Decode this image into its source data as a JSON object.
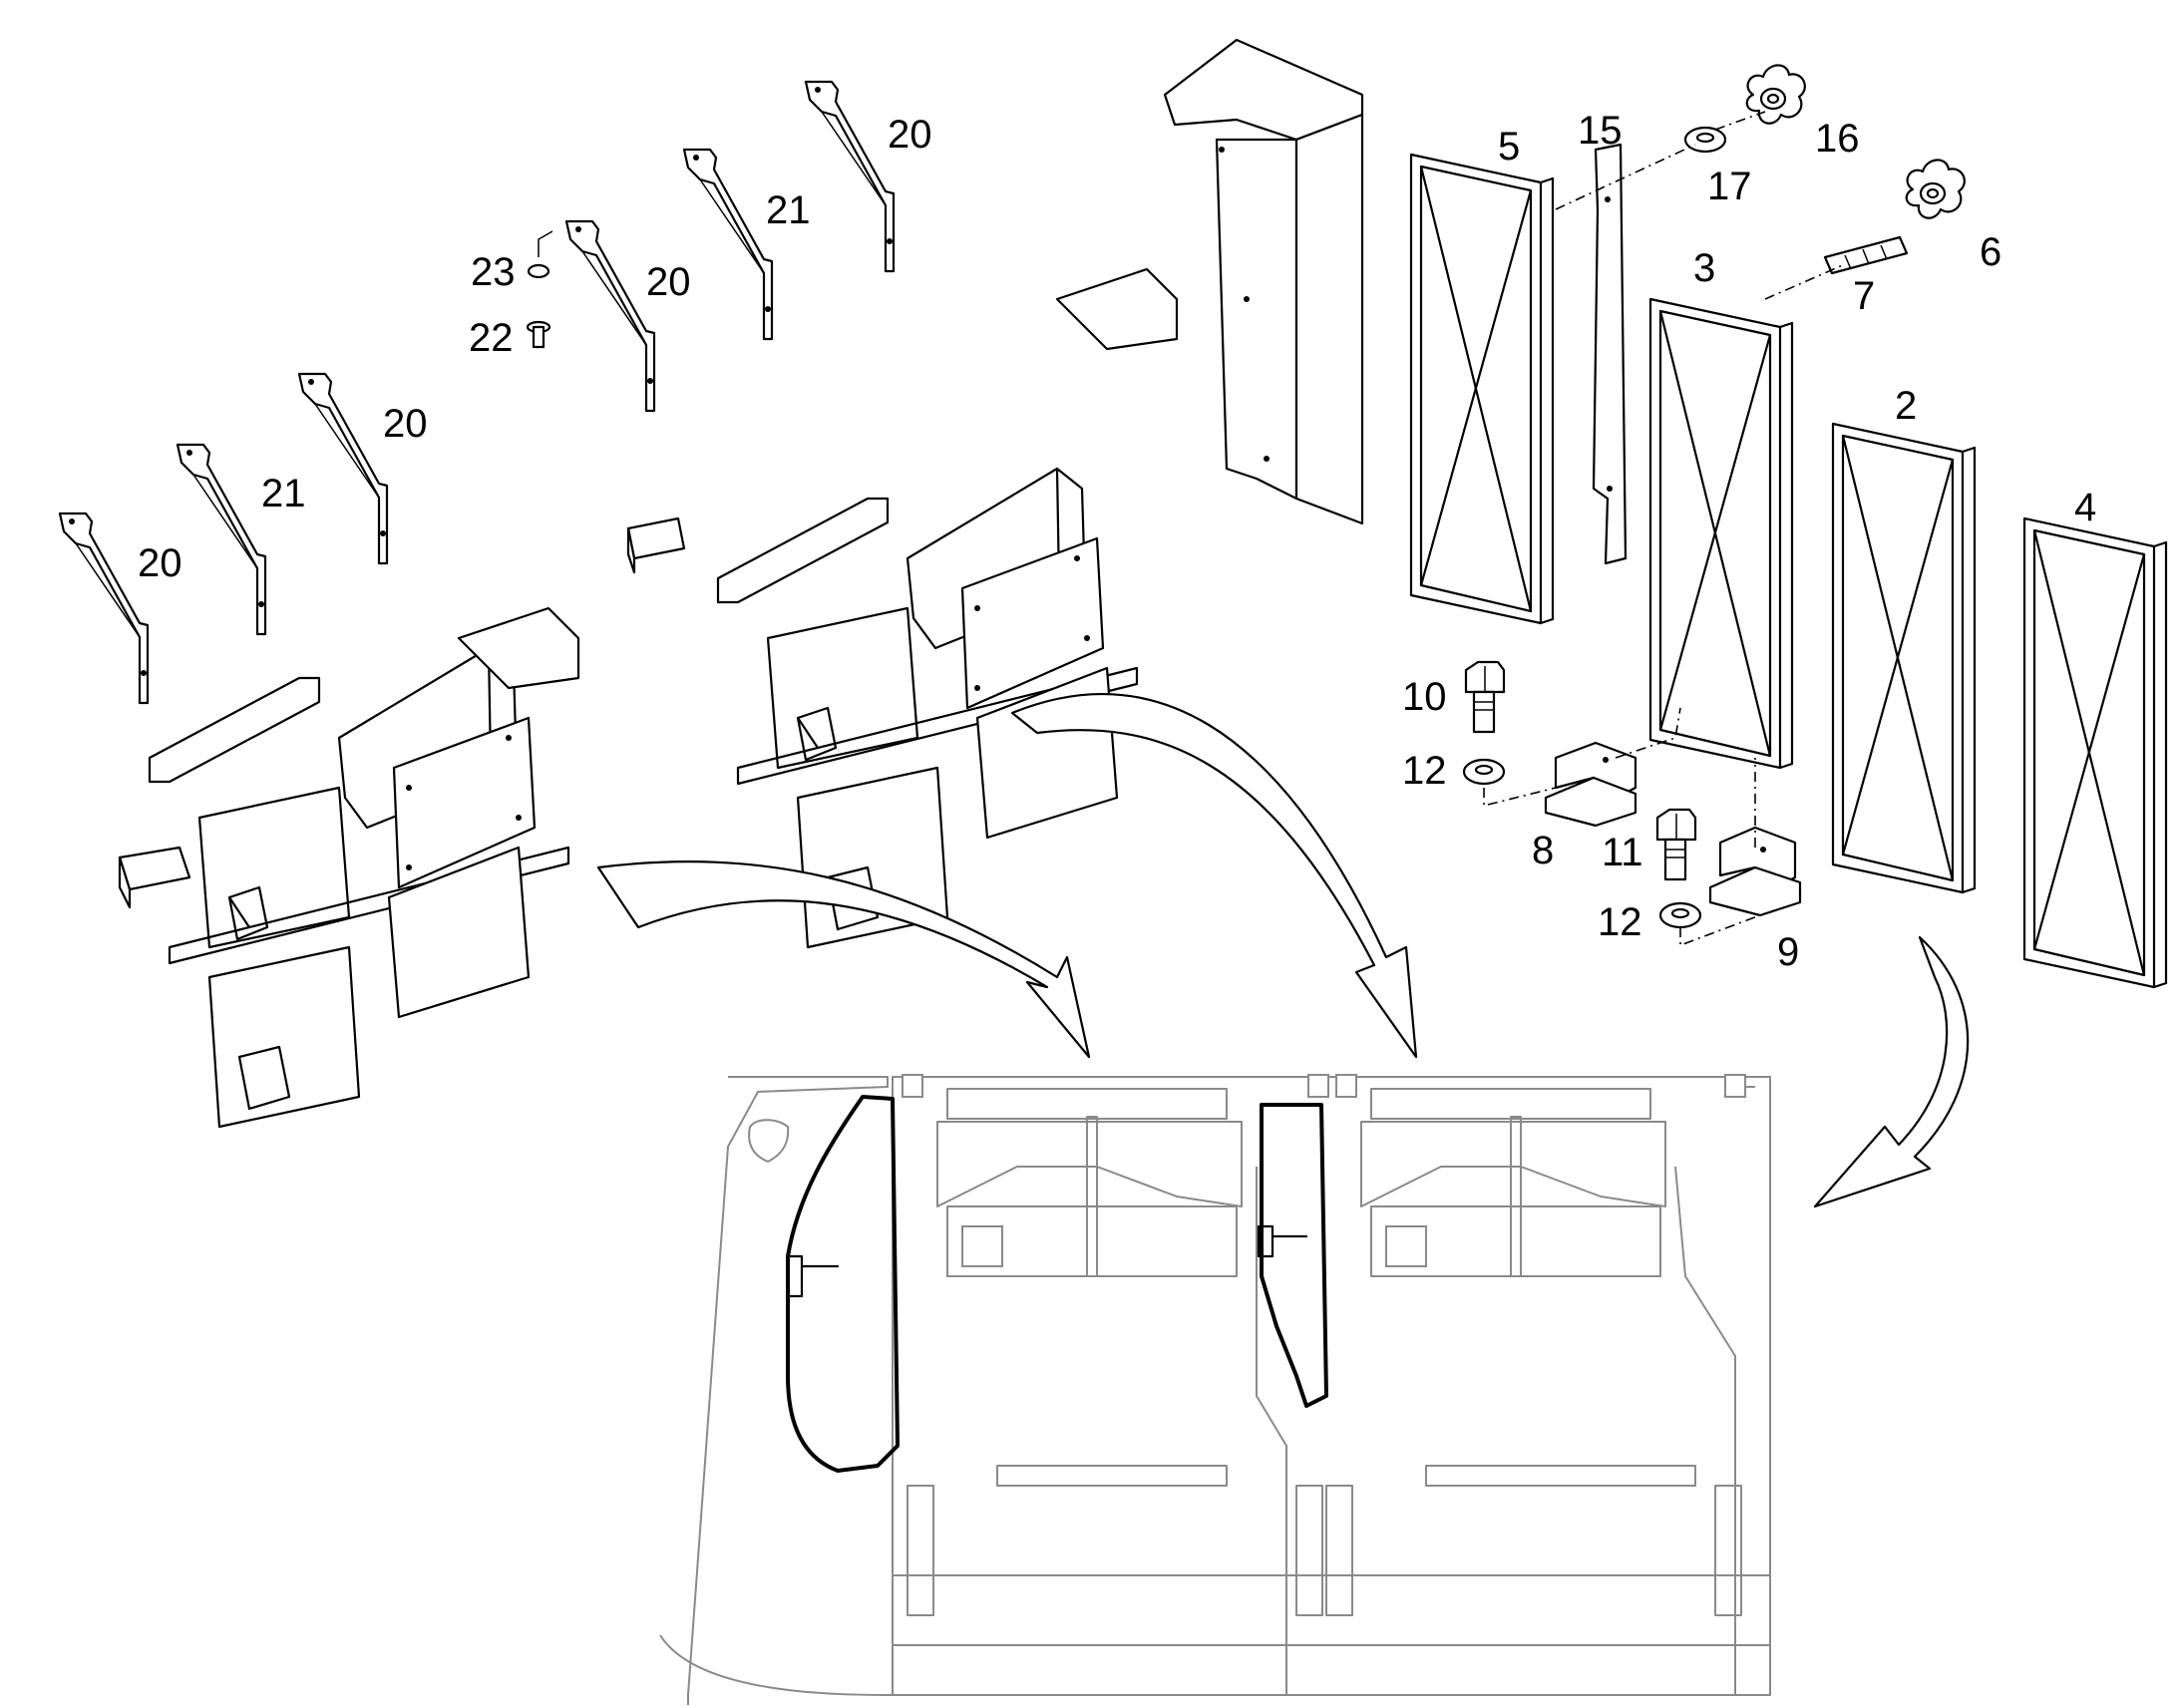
{
  "callouts": [
    {
      "id": "c20a",
      "text": "20"
    },
    {
      "id": "c21a",
      "text": "21"
    },
    {
      "id": "c20b",
      "text": "20"
    },
    {
      "id": "c23",
      "text": "23"
    },
    {
      "id": "c22",
      "text": "22"
    },
    {
      "id": "c20c",
      "text": "20"
    },
    {
      "id": "c21b",
      "text": "21"
    },
    {
      "id": "c20d",
      "text": "20"
    },
    {
      "id": "c5",
      "text": "5"
    },
    {
      "id": "c15",
      "text": "15"
    },
    {
      "id": "c17",
      "text": "17"
    },
    {
      "id": "c16",
      "text": "16"
    },
    {
      "id": "c3",
      "text": "3"
    },
    {
      "id": "c7",
      "text": "7"
    },
    {
      "id": "c6",
      "text": "6"
    },
    {
      "id": "c2",
      "text": "2"
    },
    {
      "id": "c4",
      "text": "4"
    },
    {
      "id": "c10",
      "text": "10"
    },
    {
      "id": "c12a",
      "text": "12"
    },
    {
      "id": "c8",
      "text": "8"
    },
    {
      "id": "c11",
      "text": "11"
    },
    {
      "id": "c12b",
      "text": "12"
    },
    {
      "id": "c9",
      "text": "9"
    }
  ]
}
